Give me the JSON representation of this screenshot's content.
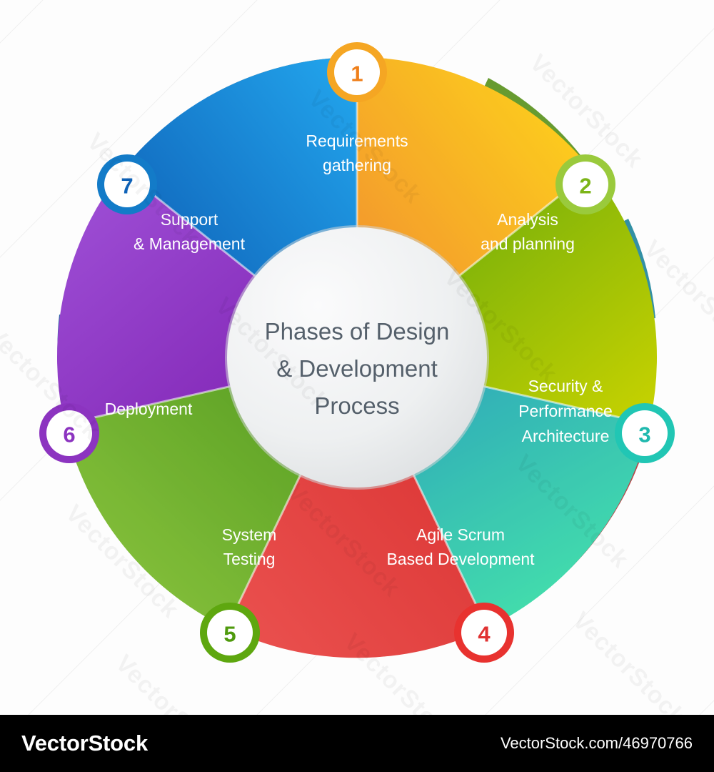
{
  "chart_data": {
    "type": "pie",
    "title": "Phases of Design & Development Process",
    "subtitle": "",
    "legend_position": "in-slice",
    "grid": false,
    "note": "7-segment donut infographic; each slice is an equal 1/7 wedge with a numbered circular badge on the outer rim",
    "categories": [
      "Requirements gathering",
      "Analysis and planning",
      "Security & Performance Architecture",
      "Agile Scrum Based Development",
      "System Testing",
      "Deployment",
      "Support & Management"
    ],
    "values": [
      1,
      1,
      1,
      1,
      1,
      1,
      1
    ],
    "labels": [
      "1",
      "2",
      "3",
      "4",
      "5",
      "6",
      "7"
    ],
    "colors": [
      "#F7941E",
      "#8CC026",
      "#1FB7C4",
      "#E23B3D",
      "#5EA70F",
      "#9B45CF",
      "#1279C6"
    ]
  },
  "center": {
    "line1": "Phases of Design",
    "line2": "& Development",
    "line3": "Process",
    "text_color": "#55606b",
    "fill": "#e9ebed"
  },
  "segments": [
    {
      "number": "1",
      "label_lines": [
        "Requirements",
        "gathering"
      ],
      "color_from": "#EF7F1A",
      "color_to": "#FFD400",
      "badge_ring": "#F5A623",
      "badge_num_color": "#EF7F1A",
      "shadow": "#C96A12"
    },
    {
      "number": "2",
      "label_lines": [
        "Analysis",
        "and planning"
      ],
      "color_from": "#5FA50E",
      "color_to": "#C9D300",
      "badge_ring": "#9ACA3C",
      "badge_num_color": "#7CB518",
      "shadow": "#4C8A0C"
    },
    {
      "number": "3",
      "label_lines": [
        "Security &",
        "Performance",
        "Architecture"
      ],
      "color_from": "#1496B4",
      "color_to": "#2FDCA2",
      "badge_ring": "#21C6B4",
      "badge_num_color": "#1FB9AE",
      "shadow": "#0F7D95"
    },
    {
      "number": "4",
      "label_lines": [
        "Agile Scrum",
        "Based Development"
      ],
      "color_from": "#E23B3D",
      "color_to": "#E8504F",
      "badge_ring": "#E8322F",
      "badge_num_color": "#E03232",
      "shadow": "#AE1F23"
    },
    {
      "number": "5",
      "label_lines": [
        "System",
        "Testing"
      ],
      "color_from": "#7FBE2A",
      "color_to": "#3F8F06",
      "badge_ring": "#5EA70F",
      "badge_num_color": "#4F9A0D",
      "shadow": "#2F7A05"
    },
    {
      "number": "6",
      "label_lines": [
        "Deployment"
      ],
      "color_from": "#9B45CF",
      "color_to": "#7D1FB0",
      "badge_ring": "#8C34C0",
      "badge_num_color": "#8C34C0",
      "shadow": "#6B189A"
    },
    {
      "number": "7",
      "label_lines": [
        "Support",
        "& Management"
      ],
      "color_from": "#1CA0E8",
      "color_to": "#0B55AE",
      "badge_ring": "#137BC8",
      "badge_num_color": "#0E62B8",
      "shadow": "#0A4C98"
    }
  ],
  "watermark": {
    "text": "VectorStock",
    "color": "#000000"
  },
  "footer": {
    "brand": "VectorStock",
    "url": "VectorStock.com/46970766",
    "background": "#000000",
    "text_color": "#ffffff"
  }
}
